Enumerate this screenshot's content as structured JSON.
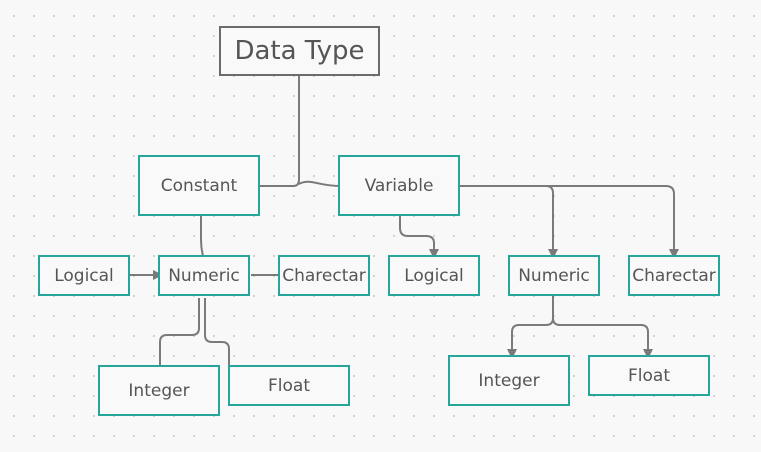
{
  "diagram": {
    "root": {
      "label": "Data Type"
    },
    "constant": {
      "label": "Constant"
    },
    "variable": {
      "label": "Variable"
    },
    "constant_children": {
      "logical": "Logical",
      "numeric": "Numeric",
      "charectar": "Charectar"
    },
    "constant_numeric_children": {
      "integer": "Integer",
      "float": "Float"
    },
    "variable_children": {
      "logical": "Logical",
      "numeric": "Numeric",
      "charectar": "Charectar"
    },
    "variable_numeric_children": {
      "integer": "Integer",
      "float": "Float"
    },
    "colors": {
      "node_border": "#26a59a",
      "root_border": "#6b6b6b",
      "connector": "#7a7a7a",
      "text": "#555555",
      "background": "#f8f8f8"
    }
  }
}
